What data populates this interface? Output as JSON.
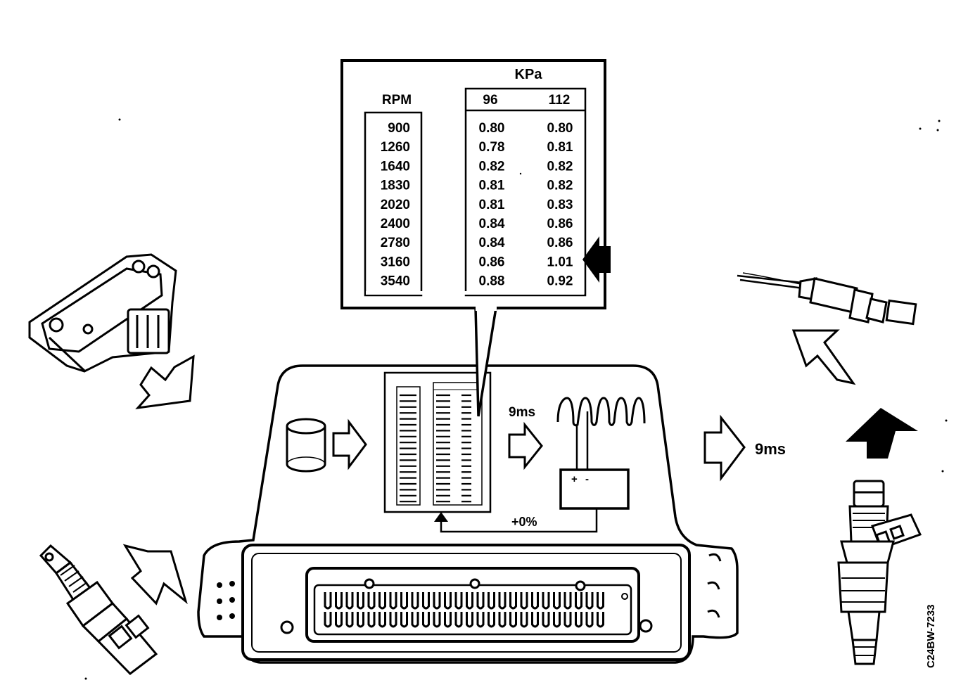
{
  "callout_table": {
    "unit_header": "KPa",
    "rpm_header": "RPM",
    "column_headers": [
      "96",
      "112"
    ],
    "rows": [
      {
        "rpm": "900",
        "v96": "0.80",
        "v112": "0.80"
      },
      {
        "rpm": "1260",
        "v96": "0.78",
        "v112": "0.81"
      },
      {
        "rpm": "1640",
        "v96": "0.82",
        "v112": "0.82"
      },
      {
        "rpm": "1830",
        "v96": "0.81",
        "v112": "0.82"
      },
      {
        "rpm": "2020",
        "v96": "0.81",
        "v112": "0.83"
      },
      {
        "rpm": "2400",
        "v96": "0.84",
        "v112": "0.86"
      },
      {
        "rpm": "2780",
        "v96": "0.84",
        "v112": "0.86"
      },
      {
        "rpm": "3160",
        "v96": "0.86",
        "v112": "1.01"
      },
      {
        "rpm": "3540",
        "v96": "0.88",
        "v112": "0.92"
      }
    ],
    "highlighted_row": 7
  },
  "ecu": {
    "pulse_label": "9ms",
    "correction_label": "+0%",
    "battery_plus": "+",
    "battery_minus": "-"
  },
  "output_pulse_label": "9ms",
  "figure_code": "C24BW-7233",
  "icons": [
    "map-sensor-icon",
    "coolant-temp-sensor-icon",
    "oxygen-sensor-icon",
    "fuel-injector-icon",
    "cylinder-icon",
    "battery-icon",
    "ecu-connector-icon"
  ]
}
